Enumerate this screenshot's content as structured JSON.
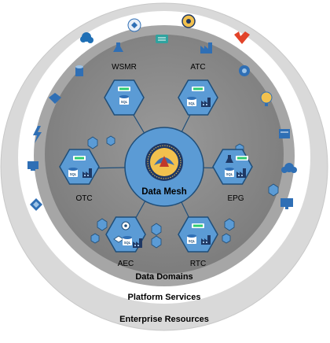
{
  "center": {
    "label": "Data Mesh",
    "emblem": "command-seal-emblem"
  },
  "domains": [
    {
      "id": "wsmr",
      "label": "WSMR",
      "icons": [
        "sql-database-icon"
      ]
    },
    {
      "id": "atc",
      "label": "ATC",
      "icons": [
        "sql-database-icon",
        "factory-icon"
      ]
    },
    {
      "id": "epg",
      "label": "EPG",
      "icons": [
        "flask-icon",
        "sql-database-icon",
        "factory-icon"
      ]
    },
    {
      "id": "rtc",
      "label": "RTC",
      "icons": [
        "sql-database-icon",
        "factory-icon"
      ]
    },
    {
      "id": "aec",
      "label": "AEC",
      "icons": [
        "cube-icon",
        "sql-database-icon",
        "factory-icon"
      ]
    },
    {
      "id": "otc",
      "label": "OTC",
      "icons": [
        "sql-database-icon",
        "factory-icon"
      ]
    }
  ],
  "rings": {
    "data_domains": "Data Domains",
    "platform_services": "Platform Services",
    "enterprise_resources": "Enterprise Resources"
  },
  "platform_icons": [
    "server-icon",
    "sql-database-icon",
    "azure-shield-icon",
    "event-bolt-icon",
    "monitor-icon",
    "azure-diamond-icon",
    "cloud-upload-icon",
    "storage-icon",
    "flask-icon",
    "devops-icon",
    "database-stack-icon",
    "factory-icon",
    "gitlab-icon",
    "gear-icon",
    "bulb-icon",
    "network-hub-icon"
  ],
  "colors": {
    "ring_outer": "#d9d9d9",
    "ring_white": "#ffffff",
    "ring_dark": "#a6a6a6",
    "core": "#8a8a8a",
    "hex_fill": "#5b9bd5",
    "hex_stroke": "#1f4e79",
    "connector": "#1f4e79"
  }
}
